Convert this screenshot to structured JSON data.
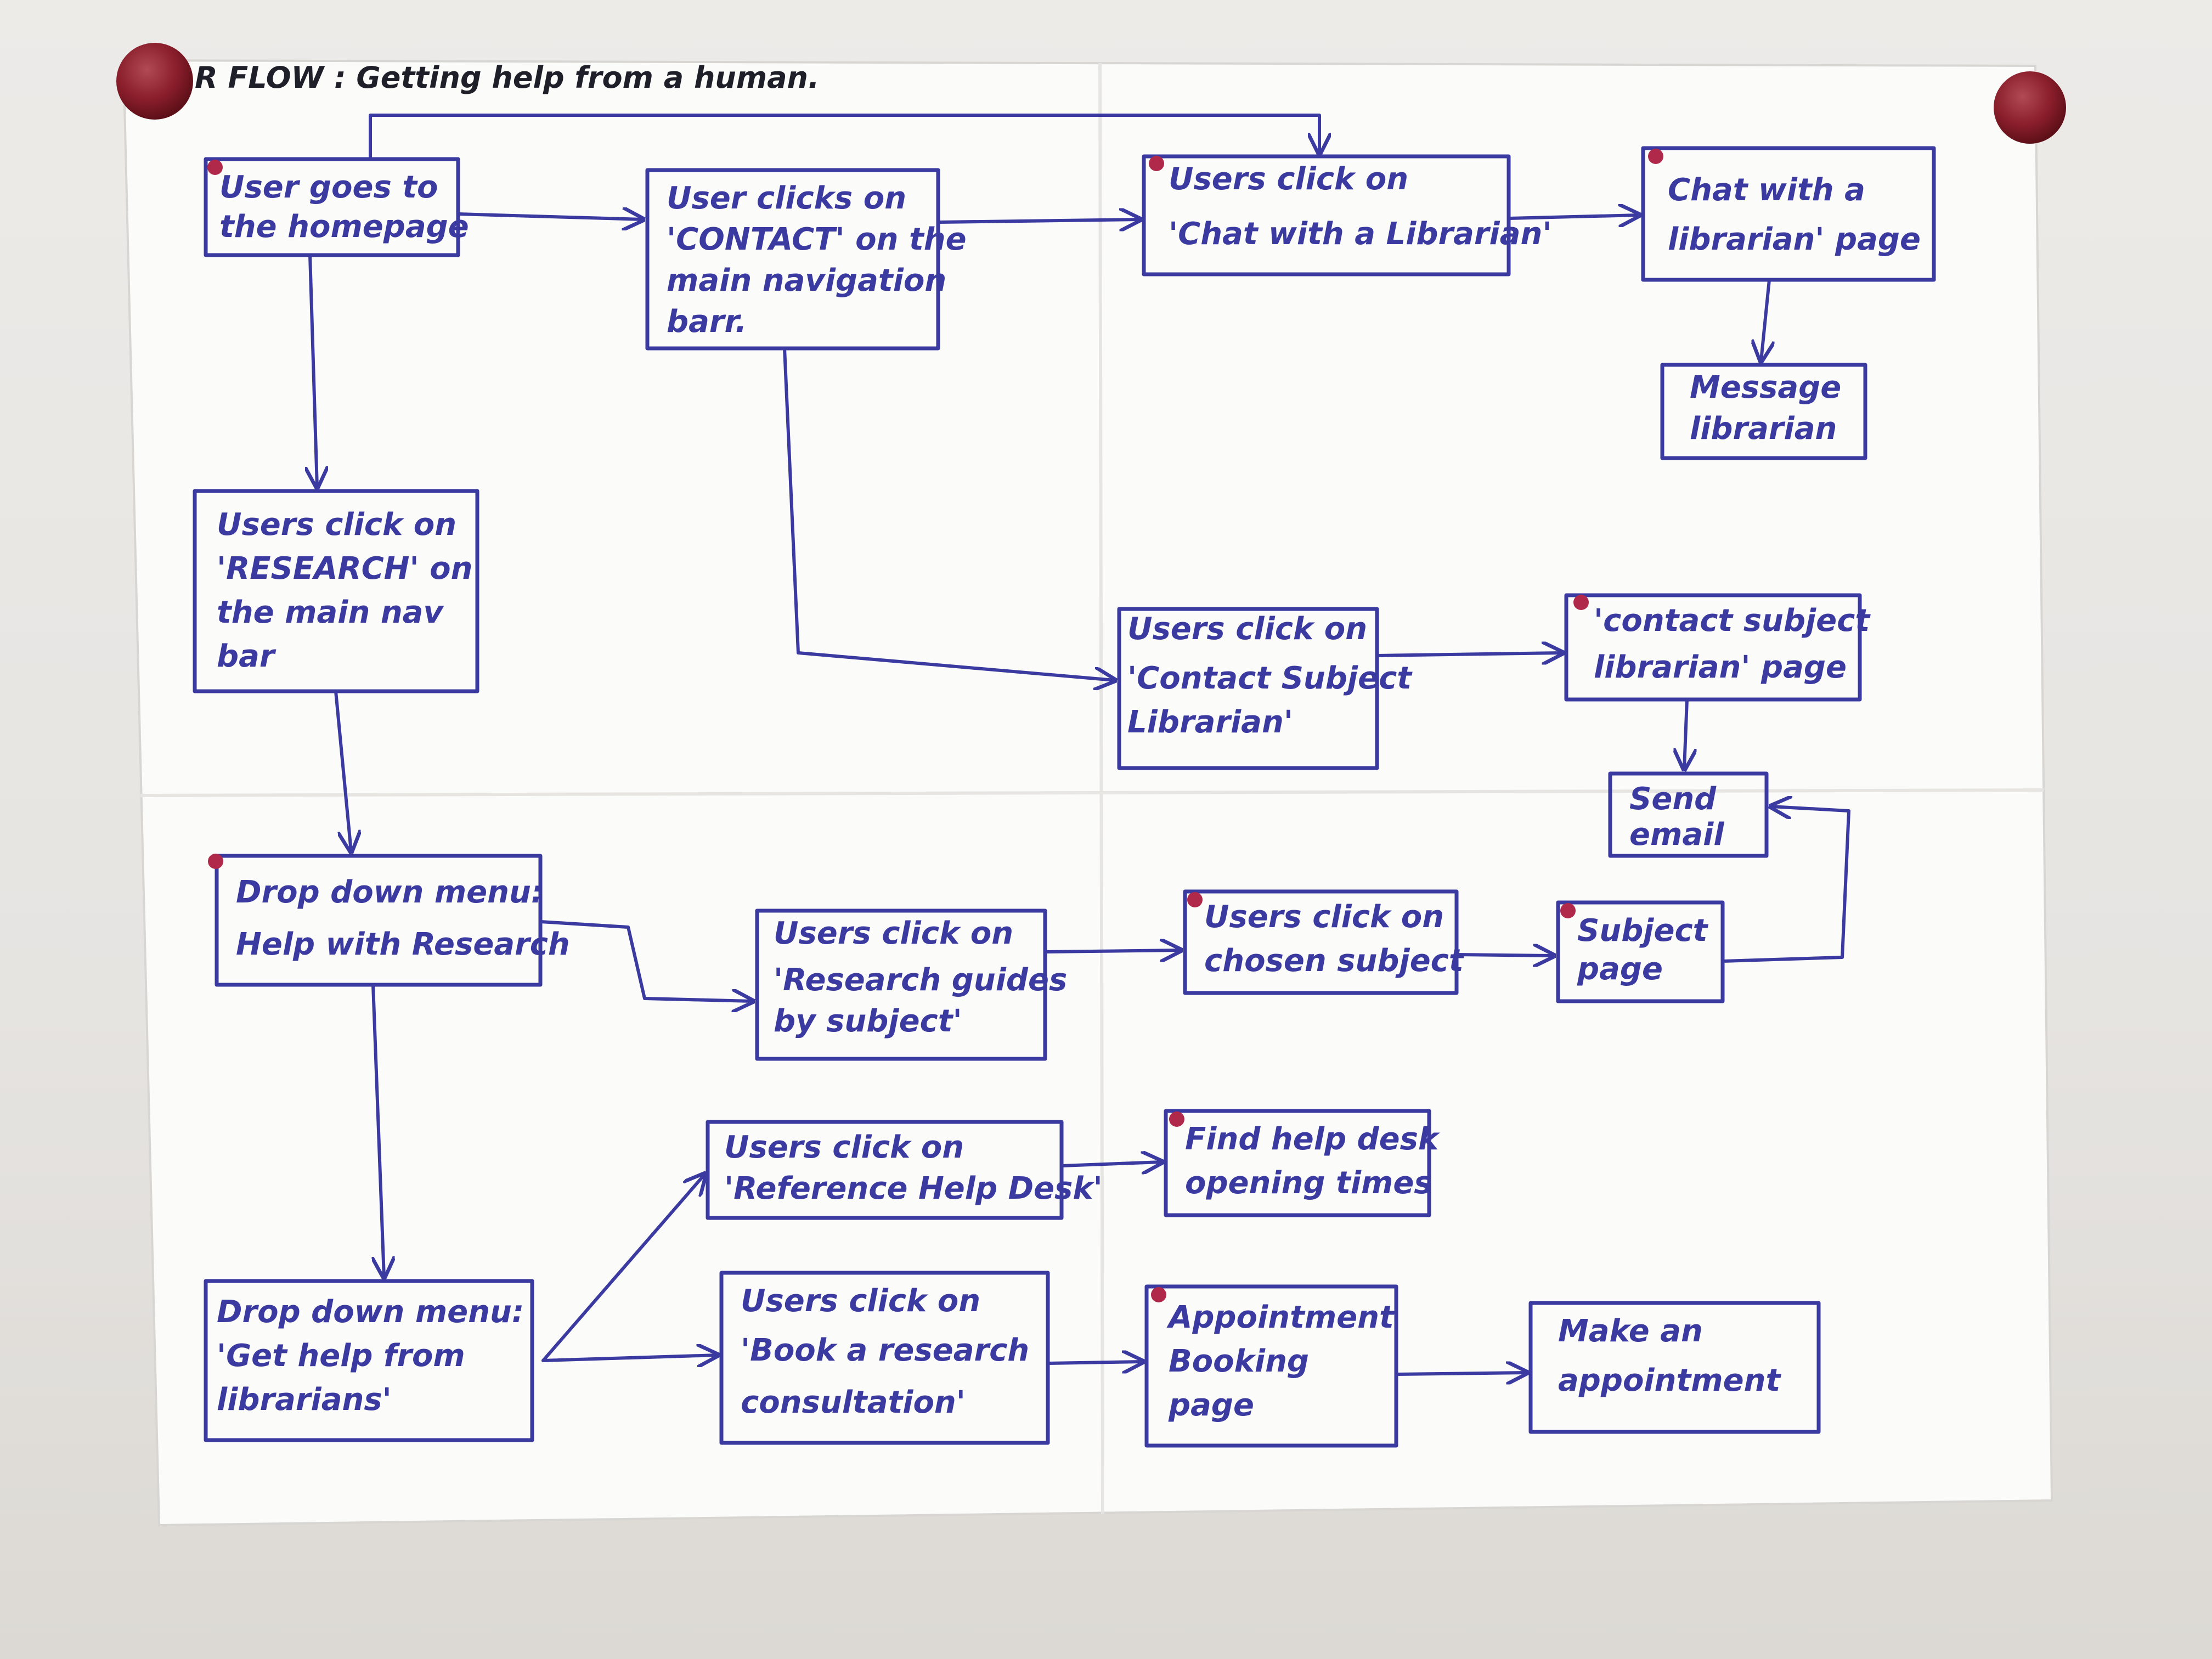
{
  "title": "R FLOW : Getting help from a human.",
  "colors": {
    "ink": "#3b3aa0",
    "paper": "#fbfbf9",
    "magnet": "#8a1e2b",
    "dot": "#b0284a"
  },
  "nodes": {
    "homepage": [
      "User goes to",
      "the homepage"
    ],
    "contact": [
      "User clicks on",
      "'CONTACT' on the",
      "main navigation",
      "barr."
    ],
    "chat_click": [
      "Users click on",
      "'Chat with a Librarian'"
    ],
    "chat_page": [
      "Chat with a",
      "librarian' page"
    ],
    "message": [
      "Message",
      "librarian"
    ],
    "research": [
      "Users click on",
      "'RESEARCH' on",
      "the main nav",
      "bar"
    ],
    "contact_subject_click": [
      "Users click on",
      "'Contact Subject",
      "Librarian'"
    ],
    "contact_subject_page": [
      "'contact subject",
      "librarian' page"
    ],
    "send_email": [
      "Send",
      "email"
    ],
    "help_research": [
      "Drop down menu:",
      "Help with Research"
    ],
    "guides": [
      "Users click on",
      "'Research guides",
      "by subject'"
    ],
    "chosen_subject": [
      "Users click on",
      "chosen subject"
    ],
    "subject_page": [
      "Subject",
      "page"
    ],
    "ref_desk": [
      "Users click on",
      "'Reference Help Desk'"
    ],
    "opening_times": [
      "Find help desk",
      "opening times"
    ],
    "get_help": [
      "Drop down menu:",
      "'Get help from",
      "librarians'"
    ],
    "book": [
      "Users click on",
      "'Book a research",
      "consultation'"
    ],
    "booking_page": [
      "Appointment",
      "Booking",
      "page"
    ],
    "make_appointment": [
      "Make an",
      "appointment"
    ]
  }
}
